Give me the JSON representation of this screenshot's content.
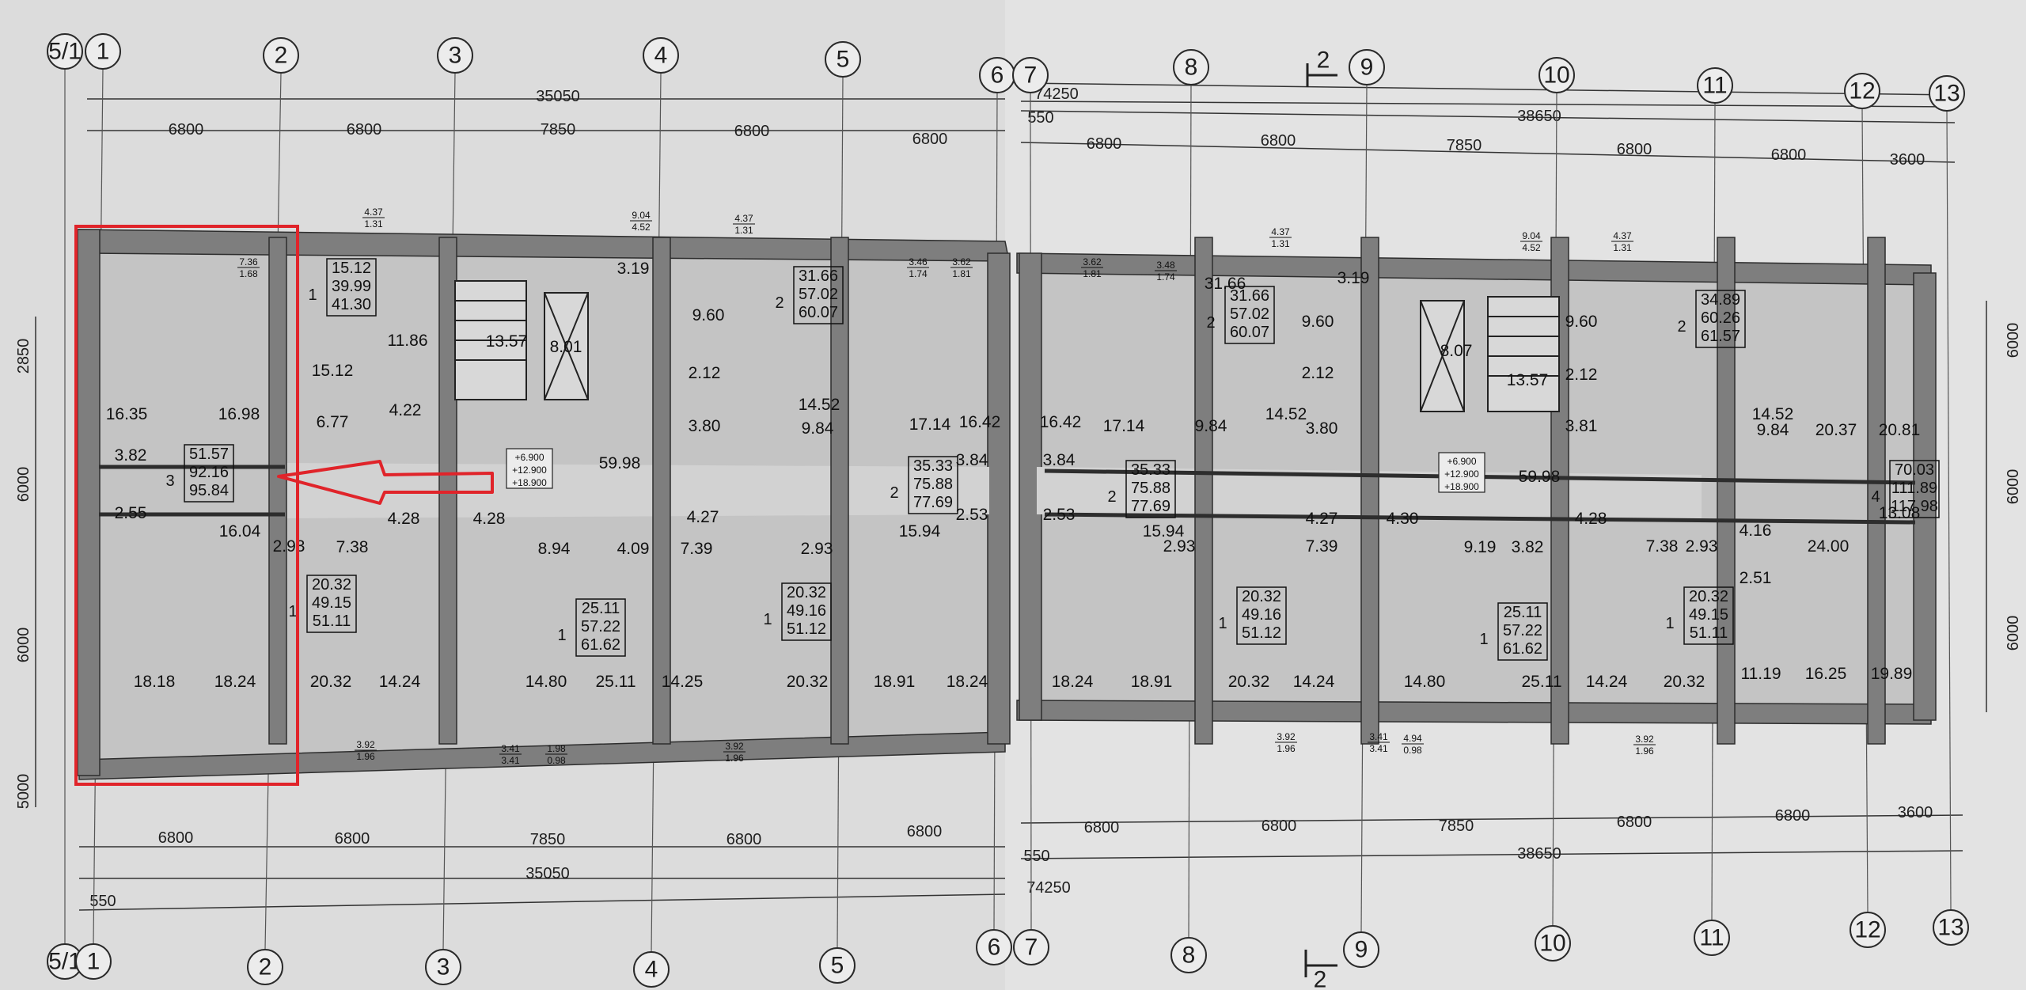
{
  "axes_top": [
    "5/1",
    "1",
    "2",
    "3",
    "4",
    "5",
    "6",
    "7",
    "8",
    "9",
    "10",
    "11",
    "12",
    "13"
  ],
  "axes_bottom": [
    "5/1",
    "1",
    "2",
    "3",
    "4",
    "5",
    "6",
    "7",
    "8",
    "9",
    "10",
    "11",
    "12",
    "13"
  ],
  "section_marks": {
    "top": "2",
    "bottom": "2"
  },
  "dims_top": {
    "left_total": "35050",
    "overall": "74250",
    "right_total": "38650",
    "offset": "550",
    "left_spans": [
      "6800",
      "6800",
      "7850",
      "6800",
      "6800"
    ],
    "right_spans": [
      "6800",
      "6800",
      "7850",
      "6800",
      "6800",
      "3600"
    ]
  },
  "dims_bottom": {
    "left_total": "35050",
    "overall": "74250",
    "right_total": "38650",
    "offset_right": "550",
    "offset_left": "550",
    "left_spans": [
      "6800",
      "6800",
      "7850",
      "6800",
      "6800"
    ],
    "right_spans": [
      "6800",
      "6800",
      "7850",
      "6800",
      "6800",
      "3600"
    ]
  },
  "dims_left": [
    "2850",
    "6000",
    "6000",
    "5000"
  ],
  "dims_right": [
    "6000",
    "6000",
    "6000"
  ],
  "elevations": [
    [
      "+6.900",
      "+12.900",
      "+18.900"
    ],
    [
      "+6.900",
      "+12.900",
      "+18.900"
    ]
  ],
  "corridors": [
    "59.98",
    "59.98"
  ],
  "apartments": [
    {
      "rooms": "3",
      "a": "51.57",
      "b": "92.16",
      "c": "95.84"
    },
    {
      "rooms": "1",
      "a": "15.12",
      "b": "39.99",
      "c": "41.30"
    },
    {
      "rooms": "2",
      "a": "31.66",
      "b": "57.02",
      "c": "60.07"
    },
    {
      "rooms": "2",
      "a": "35.33",
      "b": "75.88",
      "c": "77.69"
    },
    {
      "rooms": "2",
      "a": "35.33",
      "b": "75.88",
      "c": "77.69"
    },
    {
      "rooms": "2",
      "a": "31.66",
      "b": "57.02",
      "c": "60.07"
    },
    {
      "rooms": "2",
      "a": "34.89",
      "b": "60.26",
      "c": "61.57"
    },
    {
      "rooms": "4",
      "a": "70.03",
      "b": "111.89",
      "c": "117.98"
    },
    {
      "rooms": "1",
      "a": "20.32",
      "b": "49.15",
      "c": "51.11"
    },
    {
      "rooms": "1",
      "a": "25.11",
      "b": "57.22",
      "c": "61.62"
    },
    {
      "rooms": "1",
      "a": "20.32",
      "b": "49.16",
      "c": "51.12"
    },
    {
      "rooms": "1",
      "a": "20.32",
      "b": "49.16",
      "c": "51.12"
    },
    {
      "rooms": "1",
      "a": "25.11",
      "b": "57.22",
      "c": "61.62"
    },
    {
      "rooms": "1",
      "a": "20.32",
      "b": "49.15",
      "c": "51.11"
    }
  ],
  "room_areas": [
    "16.35",
    "16.98",
    "3.82",
    "2.55",
    "16.04",
    "18.18",
    "18.24",
    "2.93",
    "6.77",
    "15.12",
    "11.86",
    "4.22",
    "13.57",
    "8.01",
    "3.19",
    "9.60",
    "2.12",
    "3.80",
    "14.52",
    "9.84",
    "17.14",
    "16.42",
    "3.84",
    "2.53",
    "15.94",
    "18.91",
    "18.24",
    "20.32",
    "7.38",
    "4.28",
    "14.24",
    "4.28",
    "8.94",
    "14.80",
    "4.09",
    "25.11",
    "4.27",
    "7.39",
    "14.25",
    "2.93",
    "20.32",
    "16.42",
    "3.84",
    "2.53",
    "17.14",
    "15.94",
    "18.24",
    "18.91",
    "31.66",
    "9.60",
    "2.12",
    "14.52",
    "9.84",
    "3.80",
    "2.93",
    "7.39",
    "20.32",
    "4.27",
    "14.24",
    "3.19",
    "8.07",
    "13.57",
    "4.30",
    "14.80",
    "9.19",
    "3.82",
    "25.11",
    "9.60",
    "2.12",
    "3.81",
    "4.28",
    "14.24",
    "7.38",
    "2.93",
    "20.32",
    "14.52",
    "9.84",
    "20.37",
    "20.81",
    "4.16",
    "2.51",
    "24.00",
    "13.08",
    "11.19",
    "16.25",
    "19.89"
  ],
  "balconies": [
    "4.37/1.31",
    "9.04/4.52",
    "4.37/1.31",
    "3.46/1.74",
    "3.62/1.81",
    "3.62/1.81",
    "3.48/1.74",
    "4.37/1.31",
    "9.04/4.52",
    "4.37/1.31",
    "7.36/1.68",
    "3.92/1.96",
    "3.41/3.41",
    "1.98/0.98",
    "3.92/1.96",
    "3.92/1.96",
    "3.41/3.41",
    "4.94/0.98",
    "3.92/1.96"
  ],
  "highlight_color": "#e0242a",
  "plan_colors": {
    "paper": "#dcdcdc",
    "wall": "#7e7e7e",
    "room": "#c4c4c4",
    "line": "#2d2d2d"
  }
}
